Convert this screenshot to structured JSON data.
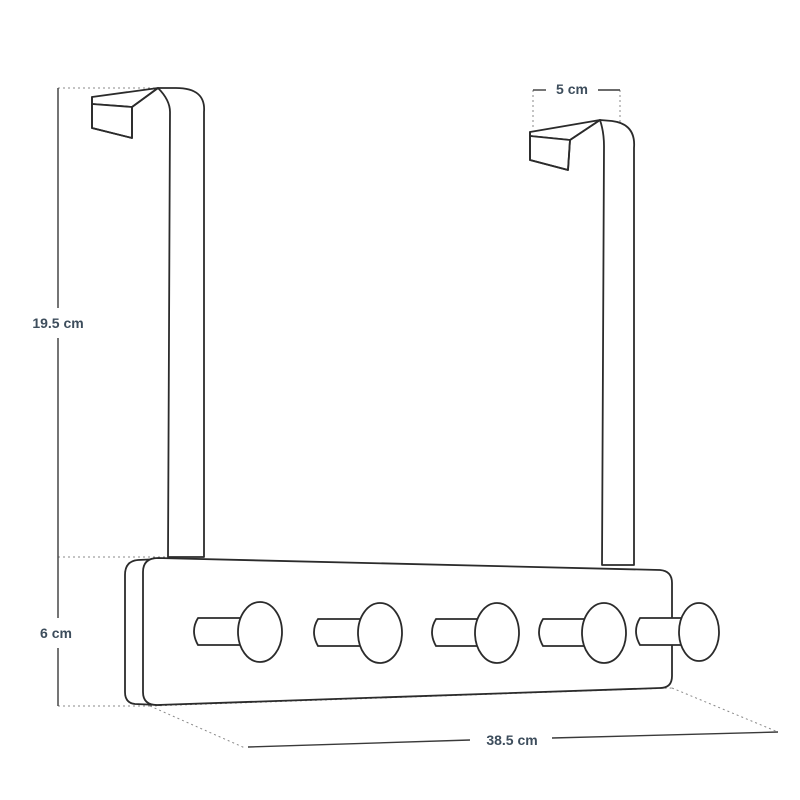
{
  "dimensions": {
    "height_main": "19.5 cm",
    "height_panel": "6 cm",
    "width_total": "38.5 cm",
    "hook_depth": "5 cm"
  },
  "colors": {
    "line": "#2b2b2b",
    "label": "#3d4d5c",
    "guide": "#8a8a8a"
  },
  "knob_count": 5
}
